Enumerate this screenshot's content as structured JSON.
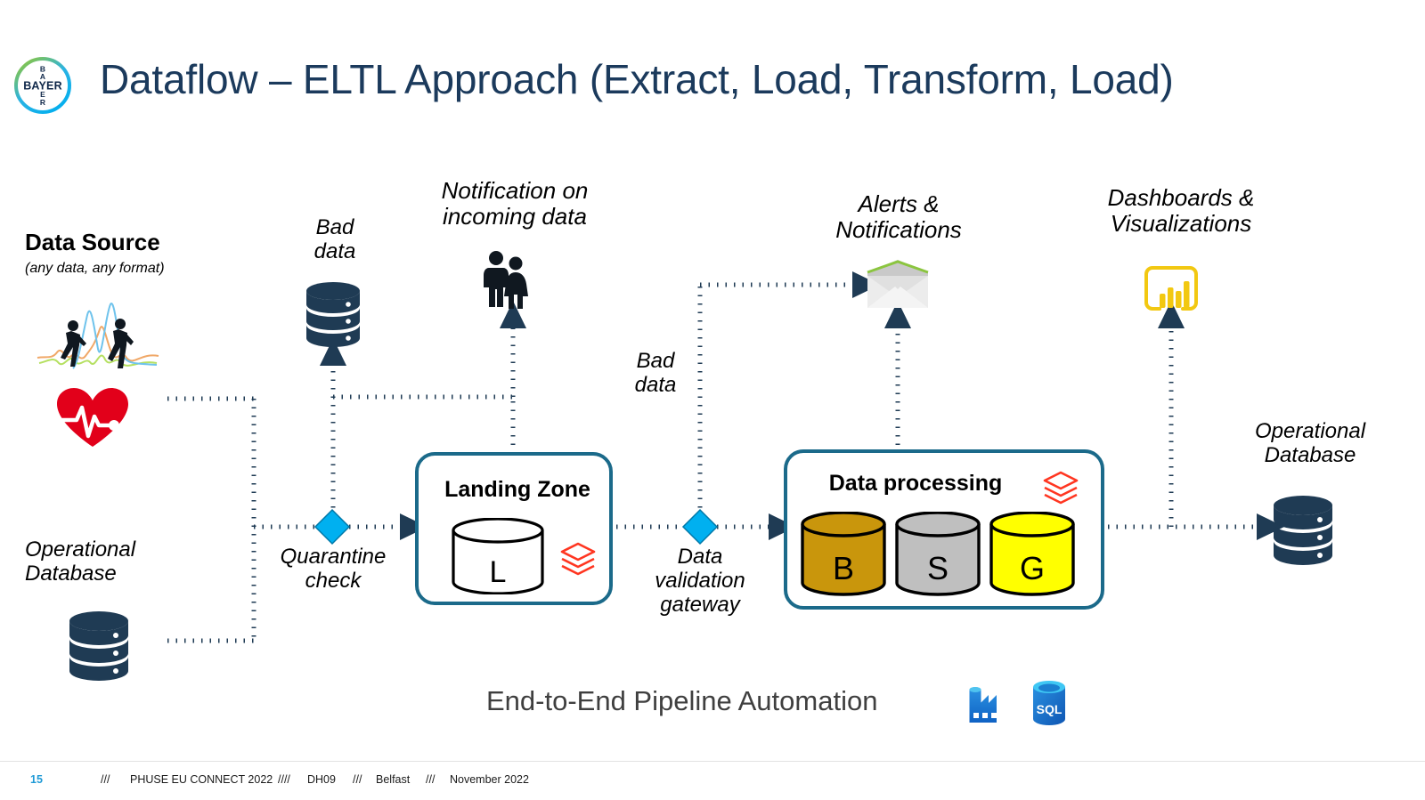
{
  "slide": {
    "title": "Dataflow – ELTL Approach (Extract, Load, Transform, Load)",
    "title_color": "#1b3a5c",
    "background": "#ffffff"
  },
  "logo": {
    "name": "Bayer",
    "cross_text": "BAYER",
    "ring_colors": [
      "#89c440",
      "#00bcf2"
    ]
  },
  "data_source": {
    "title": "Data Source",
    "subtitle": "(any data, any format)",
    "icons": [
      "walking-people-waveform-icon",
      "heart-ecg-icon"
    ]
  },
  "left_operational_db": {
    "label": "Operational\nDatabase",
    "line1": "Operational",
    "line2": "Database",
    "icon": "database-icon",
    "icon_color": "#1f3b54"
  },
  "bad_data_store": {
    "line1": "Bad",
    "line2": "data",
    "icon": "database-icon",
    "icon_color": "#1f3b54"
  },
  "notification": {
    "line1": "Notification on",
    "line2": "incoming data",
    "icon": "two-people-icon"
  },
  "quarantine_gateway": {
    "line1": "Quarantine",
    "line2": "check",
    "shape": "diamond",
    "color": "#00b0f0"
  },
  "landing_zone": {
    "title": "Landing Zone",
    "cylinder_label": "L",
    "border_color": "#1b6a8a",
    "logo": "databricks-icon",
    "logo_color": "#ff3621"
  },
  "validation_gateway": {
    "line1": "Data",
    "line2": "validation",
    "line3": "gateway",
    "shape": "diamond",
    "color": "#00b0f0",
    "reject_label_line1": "Bad",
    "reject_label_line2": "data"
  },
  "alerts": {
    "line1": "Alerts &",
    "line2": "Notifications",
    "icon": "envelope-icon",
    "icon_accent": "#8bc53f"
  },
  "data_processing": {
    "title": "Data processing",
    "border_color": "#1b6a8a",
    "logo": "databricks-icon",
    "logo_color": "#ff3621",
    "layers": [
      {
        "label": "B",
        "name": "bronze",
        "color": "#c9960c"
      },
      {
        "label": "S",
        "name": "silver",
        "color": "#bfbfbf"
      },
      {
        "label": "G",
        "name": "gold",
        "color": "#ffff00"
      }
    ]
  },
  "dashboards": {
    "line1": "Dashboards &",
    "line2": "Visualizations",
    "icon": "power-bi-icon",
    "icon_color": "#f2c811"
  },
  "right_operational_db": {
    "line1": "Operational",
    "line2": "Database",
    "icon": "database-icon",
    "icon_color": "#1f3b54"
  },
  "caption": {
    "text": "End-to-End Pipeline Automation",
    "icons": [
      "azure-data-factory-icon",
      "azure-sql-database-icon"
    ],
    "sql_label": "SQL"
  },
  "footer": {
    "page_number": "15",
    "sep1": "///",
    "event": "PHUSE EU CONNECT 2022",
    "sep2": "////",
    "code": "DH09",
    "sep3": "///",
    "city": "Belfast",
    "sep4": "///",
    "date": "November 2022"
  },
  "flow": {
    "line_color": "#1f3b54",
    "style": "dotted"
  }
}
